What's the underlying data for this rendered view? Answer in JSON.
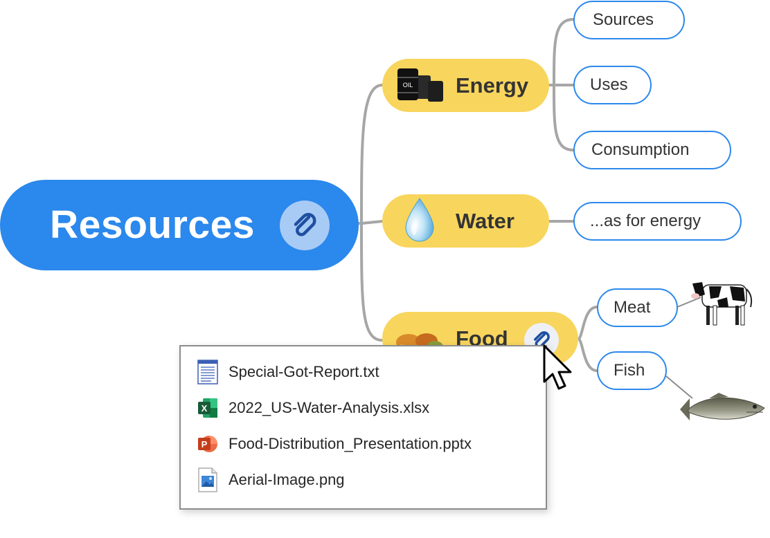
{
  "root": {
    "label": "Resources",
    "attachment_icon": "paperclip-icon",
    "color": "#2b88ec"
  },
  "categories": [
    {
      "id": "energy",
      "label": "Energy",
      "icon": "oil-barrels-icon"
    },
    {
      "id": "water",
      "label": "Water",
      "icon": "water-drop-icon"
    },
    {
      "id": "food",
      "label": "Food",
      "icon": "food-platter-icon",
      "attachment_icon": "paperclip-icon"
    }
  ],
  "energy_topics": [
    "Sources",
    "Uses",
    "Consumption"
  ],
  "water_topics": [
    "...as for energy"
  ],
  "food_topics": [
    {
      "label": "Meat",
      "image": "cow-image"
    },
    {
      "label": "Fish",
      "image": "fish-image"
    }
  ],
  "attachments": [
    {
      "name": "Special-Got-Report.txt",
      "icon": "text-document-icon"
    },
    {
      "name": "2022_US-Water-Analysis.xlsx",
      "icon": "excel-icon"
    },
    {
      "name": "Food-Distribution_Presentation.pptx",
      "icon": "powerpoint-icon"
    },
    {
      "name": "Aerial-Image.png",
      "icon": "image-file-icon"
    }
  ],
  "colors": {
    "category": "#f8d55c",
    "leaf_border": "#2b88ec",
    "connector": "#a6a6a6"
  }
}
